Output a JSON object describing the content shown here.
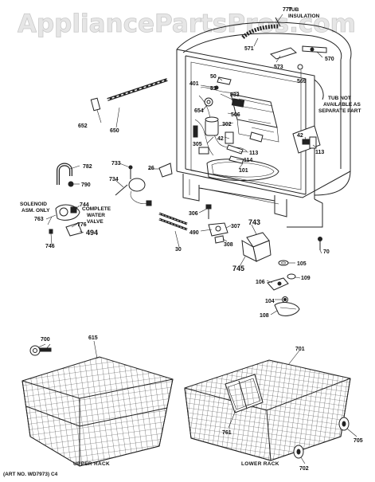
{
  "watermark": "AppliancePartsPros.com",
  "art_number": "(ART NO. WD7973) C4",
  "rack_captions": {
    "upper": "UPPER RACK",
    "lower": "LOWER RACK"
  },
  "notes": {
    "tub_insulation": [
      "TUB",
      "INSULATION"
    ],
    "tub_not_available": [
      "TUB NOT",
      "AVAILABLE AS",
      "SEPARATE PART"
    ],
    "solenoid": [
      "SOLENOID",
      "ASM. ONLY"
    ],
    "water_valve": [
      "COMPLETE",
      "WATER",
      "VALVE"
    ]
  },
  "part_labels": [
    "777",
    "571",
    "573",
    "570",
    "569",
    "50",
    "51",
    "401",
    "833",
    "654",
    "506",
    "302",
    "42",
    "305",
    "113",
    "114",
    "101",
    "652",
    "650",
    "42",
    "113",
    "733",
    "782",
    "734",
    "26",
    "790",
    "744",
    "763",
    "776",
    "494",
    "746",
    "306",
    "307",
    "743",
    "490",
    "308",
    "30",
    "70",
    "745",
    "105",
    "106",
    "109",
    "104",
    "108",
    "700",
    "615",
    "701",
    "761",
    "705",
    "702"
  ]
}
